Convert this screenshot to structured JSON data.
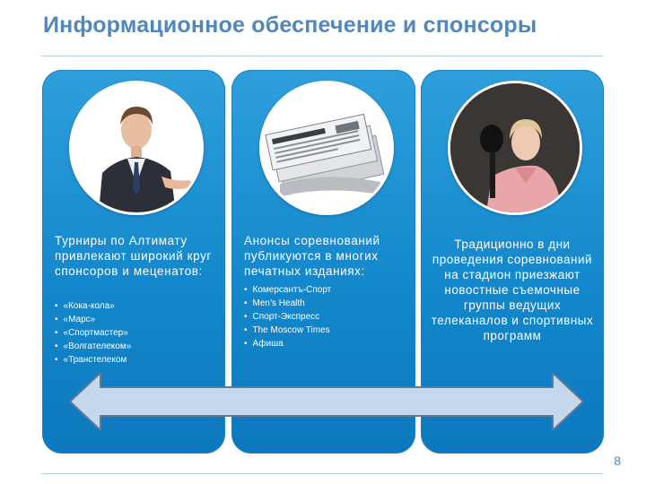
{
  "slide": {
    "title": "Информационное обеспечение и спонсоры",
    "page_number": "8"
  },
  "cards": [
    {
      "heading": "Турниры по Алтимату привлекают широкий круг спонсоров и меценатов:",
      "items": [
        "«Кока-кола»",
        "«Марс»",
        "«Спортмастер»",
        "«Волгателеком»",
        "«Транстелеком"
      ]
    },
    {
      "heading": "Анонсы соревнований публикуются в многих печатных изданиях:",
      "items": [
        "Комерсантъ-Спорт",
        "Men’s Health",
        "Спорт-Экспресс",
        "The Moscow Times",
        "Афиша"
      ]
    },
    {
      "text": "Традиционно в дни проведения соревнований на стадион приезжают новостные съемочные группы ведущих телеканалов и спортивных программ"
    }
  ],
  "colors": {
    "title": "#4f87c0",
    "card_blue": "#1488cc",
    "arrow_fill": "#c5d7ea"
  },
  "icons": {
    "arrow": "double-headed-arrow"
  }
}
